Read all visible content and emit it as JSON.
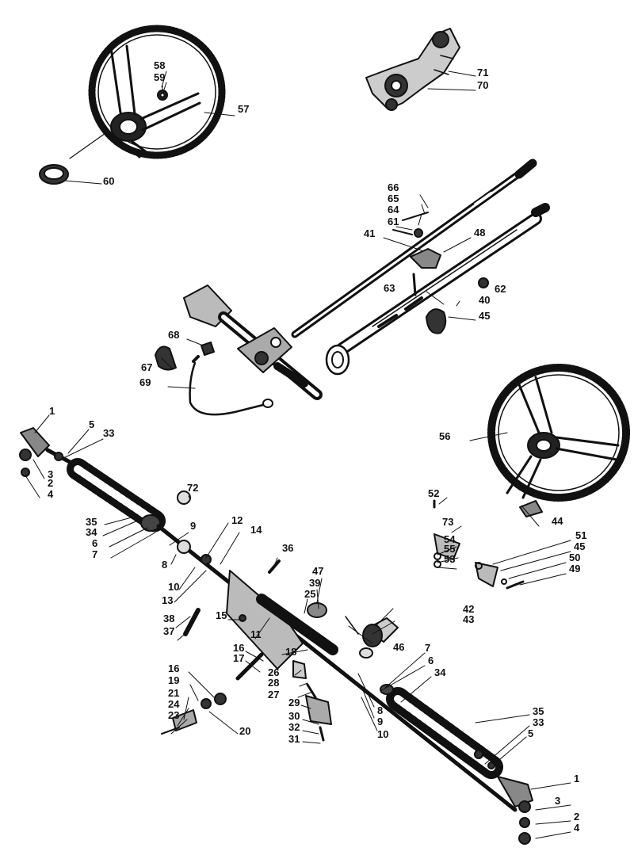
{
  "ink_color": "#111111",
  "paper_color": "#ffffff",
  "parts": [
    {
      "key": "58",
      "label": "58"
    },
    {
      "key": "59",
      "label": "59"
    },
    {
      "key": "57",
      "label": "57"
    },
    {
      "key": "60",
      "label": "60"
    },
    {
      "key": "71",
      "label": "71"
    },
    {
      "key": "70",
      "label": "70"
    },
    {
      "key": "66",
      "label": "66"
    },
    {
      "key": "65",
      "label": "65"
    },
    {
      "key": "64",
      "label": "64"
    },
    {
      "key": "61",
      "label": "61"
    },
    {
      "key": "41",
      "label": "41"
    },
    {
      "key": "48",
      "label": "48"
    },
    {
      "key": "63",
      "label": "63"
    },
    {
      "key": "62",
      "label": "62"
    },
    {
      "key": "40",
      "label": "40"
    },
    {
      "key": "45a",
      "label": "45"
    },
    {
      "key": "68",
      "label": "68"
    },
    {
      "key": "67",
      "label": "67"
    },
    {
      "key": "69",
      "label": "69"
    },
    {
      "key": "56",
      "label": "56"
    },
    {
      "key": "1a",
      "label": "1"
    },
    {
      "key": "5a",
      "label": "5"
    },
    {
      "key": "33a",
      "label": "33"
    },
    {
      "key": "3a",
      "label": "3"
    },
    {
      "key": "2a",
      "label": "2"
    },
    {
      "key": "4a",
      "label": "4"
    },
    {
      "key": "72",
      "label": "72"
    },
    {
      "key": "52",
      "label": "52"
    },
    {
      "key": "44",
      "label": "44"
    },
    {
      "key": "35a",
      "label": "35"
    },
    {
      "key": "34a",
      "label": "34"
    },
    {
      "key": "6a",
      "label": "6"
    },
    {
      "key": "7a",
      "label": "7"
    },
    {
      "key": "9a",
      "label": "9"
    },
    {
      "key": "12",
      "label": "12"
    },
    {
      "key": "14",
      "label": "14"
    },
    {
      "key": "73",
      "label": "73"
    },
    {
      "key": "54",
      "label": "54"
    },
    {
      "key": "55",
      "label": "55"
    },
    {
      "key": "53",
      "label": "53"
    },
    {
      "key": "51",
      "label": "51"
    },
    {
      "key": "45b",
      "label": "45"
    },
    {
      "key": "50",
      "label": "50"
    },
    {
      "key": "49",
      "label": "49"
    },
    {
      "key": "8a",
      "label": "8"
    },
    {
      "key": "10a",
      "label": "10"
    },
    {
      "key": "36",
      "label": "36"
    },
    {
      "key": "13",
      "label": "13"
    },
    {
      "key": "47",
      "label": "47"
    },
    {
      "key": "39",
      "label": "39"
    },
    {
      "key": "25",
      "label": "25"
    },
    {
      "key": "38",
      "label": "38"
    },
    {
      "key": "37",
      "label": "37"
    },
    {
      "key": "15",
      "label": "15"
    },
    {
      "key": "11",
      "label": "11"
    },
    {
      "key": "42",
      "label": "42"
    },
    {
      "key": "43",
      "label": "43"
    },
    {
      "key": "46",
      "label": "46"
    },
    {
      "key": "16a",
      "label": "16"
    },
    {
      "key": "17",
      "label": "17"
    },
    {
      "key": "18",
      "label": "18"
    },
    {
      "key": "7b",
      "label": "7"
    },
    {
      "key": "6b",
      "label": "6"
    },
    {
      "key": "34b",
      "label": "34"
    },
    {
      "key": "26",
      "label": "26"
    },
    {
      "key": "28",
      "label": "28"
    },
    {
      "key": "27",
      "label": "27"
    },
    {
      "key": "16b",
      "label": "16"
    },
    {
      "key": "19",
      "label": "19"
    },
    {
      "key": "21",
      "label": "21"
    },
    {
      "key": "24",
      "label": "24"
    },
    {
      "key": "23",
      "label": "23"
    },
    {
      "key": "20",
      "label": "20"
    },
    {
      "key": "29",
      "label": "29"
    },
    {
      "key": "30",
      "label": "30"
    },
    {
      "key": "32",
      "label": "32"
    },
    {
      "key": "31",
      "label": "31"
    },
    {
      "key": "8b",
      "label": "8"
    },
    {
      "key": "9b",
      "label": "9"
    },
    {
      "key": "10b",
      "label": "10"
    },
    {
      "key": "35b",
      "label": "35"
    },
    {
      "key": "33b",
      "label": "33"
    },
    {
      "key": "5b",
      "label": "5"
    },
    {
      "key": "1b",
      "label": "1"
    },
    {
      "key": "3b",
      "label": "3"
    },
    {
      "key": "2b",
      "label": "2"
    },
    {
      "key": "4b",
      "label": "4"
    }
  ]
}
